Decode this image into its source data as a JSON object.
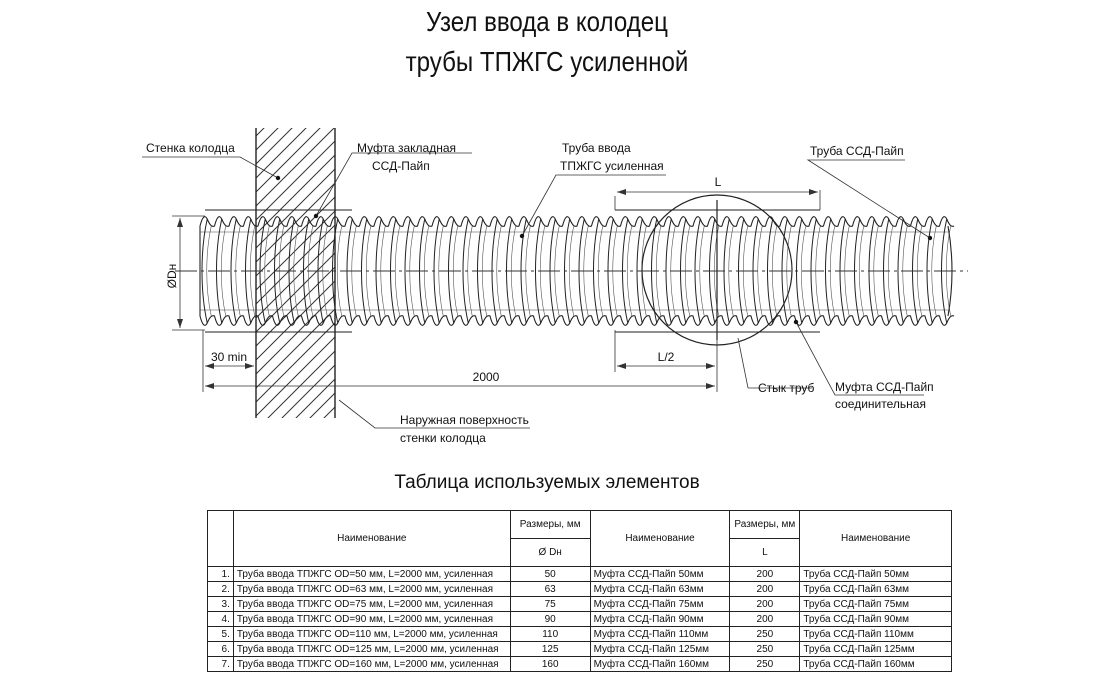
{
  "title": {
    "line1": "Узел ввода в колодец",
    "line2": "трубы ТПЖГС усиленной"
  },
  "labels": {
    "wall": "Стенка колодца",
    "coupling_embed_1": "Муфта закладная",
    "coupling_embed_2": "ССД-Пайп",
    "inlet_pipe_1": "Труба ввода",
    "inlet_pipe_2": "ТПЖГС усиленная",
    "ssd_pipe": "Труба ССД-Пайп",
    "dim_L": "L",
    "dim_L2": "L/2",
    "dim_D": "ØDн",
    "dim_30": "30 min",
    "dim_2000": "2000",
    "joint": "Стык труб",
    "coupling_conn_1": "Муфта ССД-Пайп",
    "coupling_conn_2": "соединительная",
    "outer_surface_1": "Наружная поверхность",
    "outer_surface_2": "стенки колодца"
  },
  "table": {
    "title": "Таблица используемых элементов",
    "headers": {
      "name1": "Наименование",
      "size1": "Размеры, мм",
      "size1_sub": "Ø  Dн",
      "name2": "Наименование",
      "size2": "Размеры, мм",
      "size2_sub": "L",
      "name3": "Наименование"
    },
    "rows": [
      {
        "n": "1.",
        "pipe": "Труба ввода ТПЖГС OD=50 мм, L=2000 мм, усиленная",
        "d": "50",
        "coupling": "Муфта ССД-Пайп 50мм",
        "l": "200",
        "ssd": "Труба ССД-Пайп 50мм"
      },
      {
        "n": "2.",
        "pipe": "Труба ввода ТПЖГС OD=63 мм, L=2000 мм, усиленная",
        "d": "63",
        "coupling": "Муфта ССД-Пайп 63мм",
        "l": "200",
        "ssd": "Труба ССД-Пайп 63мм"
      },
      {
        "n": "3.",
        "pipe": "Труба ввода ТПЖГС OD=75 мм, L=2000 мм, усиленная",
        "d": "75",
        "coupling": "Муфта ССД-Пайп 75мм",
        "l": "200",
        "ssd": "Труба ССД-Пайп 75мм"
      },
      {
        "n": "4.",
        "pipe": "Труба ввода ТПЖГС OD=90 мм, L=2000 мм, усиленная",
        "d": "90",
        "coupling": "Муфта ССД-Пайп 90мм",
        "l": "200",
        "ssd": "Труба ССД-Пайп 90мм"
      },
      {
        "n": "5.",
        "pipe": "Труба ввода ТПЖГС OD=110 мм, L=2000 мм, усиленная",
        "d": "110",
        "coupling": "Муфта ССД-Пайп 110мм",
        "l": "250",
        "ssd": "Труба ССД-Пайп 110мм"
      },
      {
        "n": "6.",
        "pipe": "Труба ввода ТПЖГС OD=125 мм, L=2000 мм, усиленная",
        "d": "125",
        "coupling": "Муфта ССД-Пайп 125мм",
        "l": "250",
        "ssd": "Труба ССД-Пайп 125мм"
      },
      {
        "n": "7.",
        "pipe": "Труба ввода ТПЖГС OD=160 мм, L=2000 мм, усиленная",
        "d": "160",
        "coupling": "Муфта ССД-Пайп 160мм",
        "l": "250",
        "ssd": "Труба ССД-Пайп 160мм"
      }
    ]
  }
}
